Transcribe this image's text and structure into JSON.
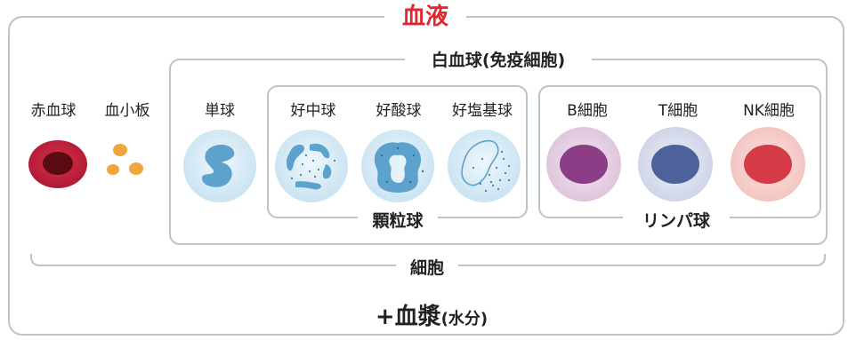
{
  "title": "血液",
  "groups": {
    "wbc": "白血球(免疫細胞)",
    "granulocytes": "顆粒球",
    "lymphocytes": "リンパ球",
    "cells": "細胞"
  },
  "plasma": {
    "main": "+血漿",
    "note": "(水分)"
  },
  "cells": {
    "rbc": "赤血球",
    "platelet": "血小板",
    "monocyte": "単球",
    "neutrophil": "好中球",
    "eosinophil": "好酸球",
    "basophil": "好塩基球",
    "bcell": "B細胞",
    "tcell": "T細胞",
    "nkcell": "NK細胞"
  }
}
